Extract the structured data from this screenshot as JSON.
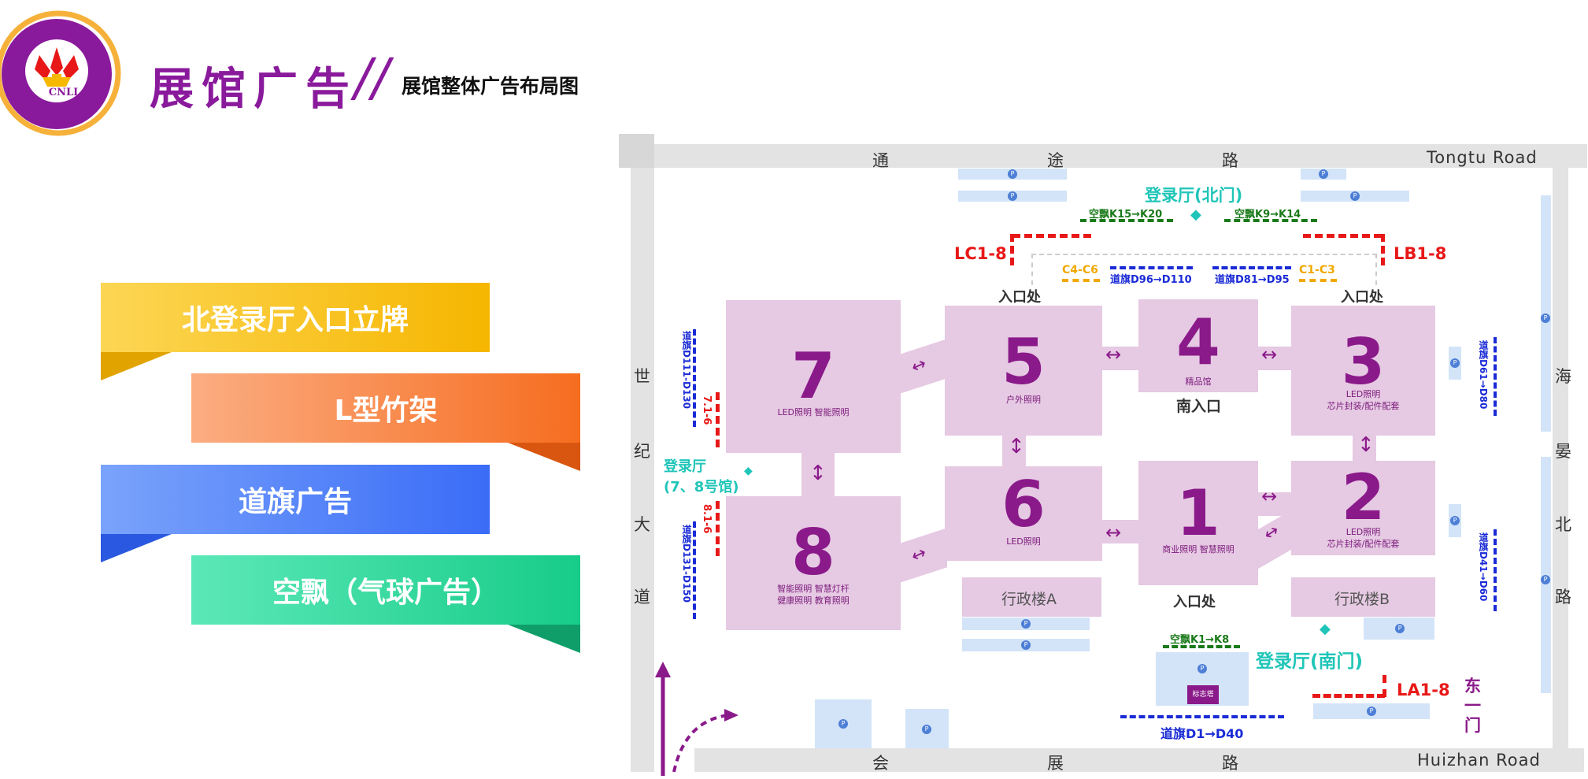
{
  "header": {
    "logo_text": "CNLL",
    "title": "展馆广告",
    "slash": "//",
    "subtitle": "展馆整体广告布局图"
  },
  "ribbons": [
    {
      "label": "北登录厅入口立牌",
      "color": "#f9c022"
    },
    {
      "label": "L型竹架",
      "color": "#f8763a"
    },
    {
      "label": "道旗广告",
      "color": "#4a7ef6"
    },
    {
      "label": "空飘（气球广告）",
      "color": "#2fd59b"
    }
  ],
  "map": {
    "roads": {
      "north_chars": [
        "通",
        "途",
        "路"
      ],
      "north_en": "Tongtu Road",
      "south_chars": [
        "会",
        "展",
        "路"
      ],
      "south_en": "Huizhan Road",
      "west_chars": [
        "世",
        "纪",
        "大",
        "道"
      ],
      "east_chars": [
        "海",
        "晏",
        "北",
        "路"
      ]
    },
    "halls": [
      {
        "num": "7",
        "desc": "LED照明  智能照明"
      },
      {
        "num": "5",
        "desc": "户外照明"
      },
      {
        "num": "4",
        "desc": "精品馆"
      },
      {
        "num": "3",
        "desc": "LED照明\n芯片封装/配件配套"
      },
      {
        "num": "8",
        "desc": "智能照明  智慧灯杆\n健康照明  教育照明"
      },
      {
        "num": "6",
        "desc": "LED照明"
      },
      {
        "num": "1",
        "desc": "商业照明  智慧照明"
      },
      {
        "num": "2",
        "desc": "LED照明\n芯片封装/配件配套"
      }
    ],
    "admin": {
      "a": "行政楼A",
      "b": "行政楼B"
    },
    "labels": {
      "north_lobby": "登录厅(北门)",
      "south_lobby": "登录厅(南门)",
      "west_lobby_1": "登录厅",
      "west_lobby_2": "(7、8号馆)",
      "south_entrance": "南入口",
      "entrance_left": "入口处",
      "entrance_right": "入口处",
      "entrance_bottom": "入口处",
      "east_gate_1": "东",
      "east_gate_2": "一",
      "east_gate_3": "门",
      "landmark": "标志塔"
    },
    "ads": {
      "kongpiao_left": "空飘K15→K20",
      "kongpiao_right": "空飘K9→K14",
      "kongpiao_south": "空飘K1→K8",
      "lc": "LC1-8",
      "lb": "LB1-8",
      "la": "LA1-8",
      "c_left": "C4-C6",
      "c_right": "C1-C3",
      "flag_north_left": "道旗D96→D110",
      "flag_north_right": "道旗D81→D95",
      "flag_south": "道旗D1→D40",
      "flag_west_top": "道旗D111-D130",
      "flag_west_bottom": "道旗D131-D150",
      "flag_east_top": "道旗D61→D80",
      "flag_east_bottom": "道旗D41→D60",
      "west_red_top": "7.1-6",
      "west_red_bottom": "8.1-6"
    },
    "parking_symbol": "P"
  },
  "colors": {
    "brand_purple": "#8a1a9c",
    "hall_fill": "#e6c9e3",
    "teal_label": "#1fc5b8",
    "red_ad": "#e81818",
    "blue_flag": "#1a2bd6",
    "green_kongpiao": "#1a7a1a",
    "orange_c": "#f0a800"
  }
}
